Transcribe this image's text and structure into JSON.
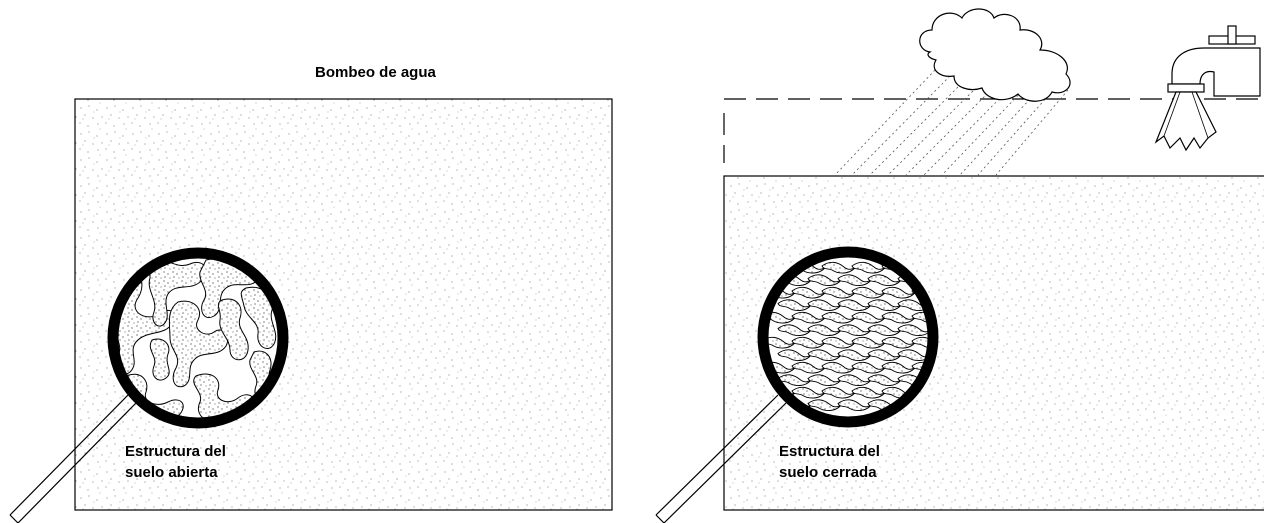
{
  "title": "Bombeo de agua",
  "panels": [
    {
      "caption_line1": "Estructura del",
      "caption_line2": "suelo abierta"
    },
    {
      "caption_line1": "Estructura del",
      "caption_line2": "suelo cerrada"
    }
  ],
  "colors": {
    "line": "#000000",
    "background": "#ffffff"
  },
  "icons": [
    "magnifier-icon",
    "cloud-icon",
    "rain-icon",
    "faucet-icon"
  ]
}
